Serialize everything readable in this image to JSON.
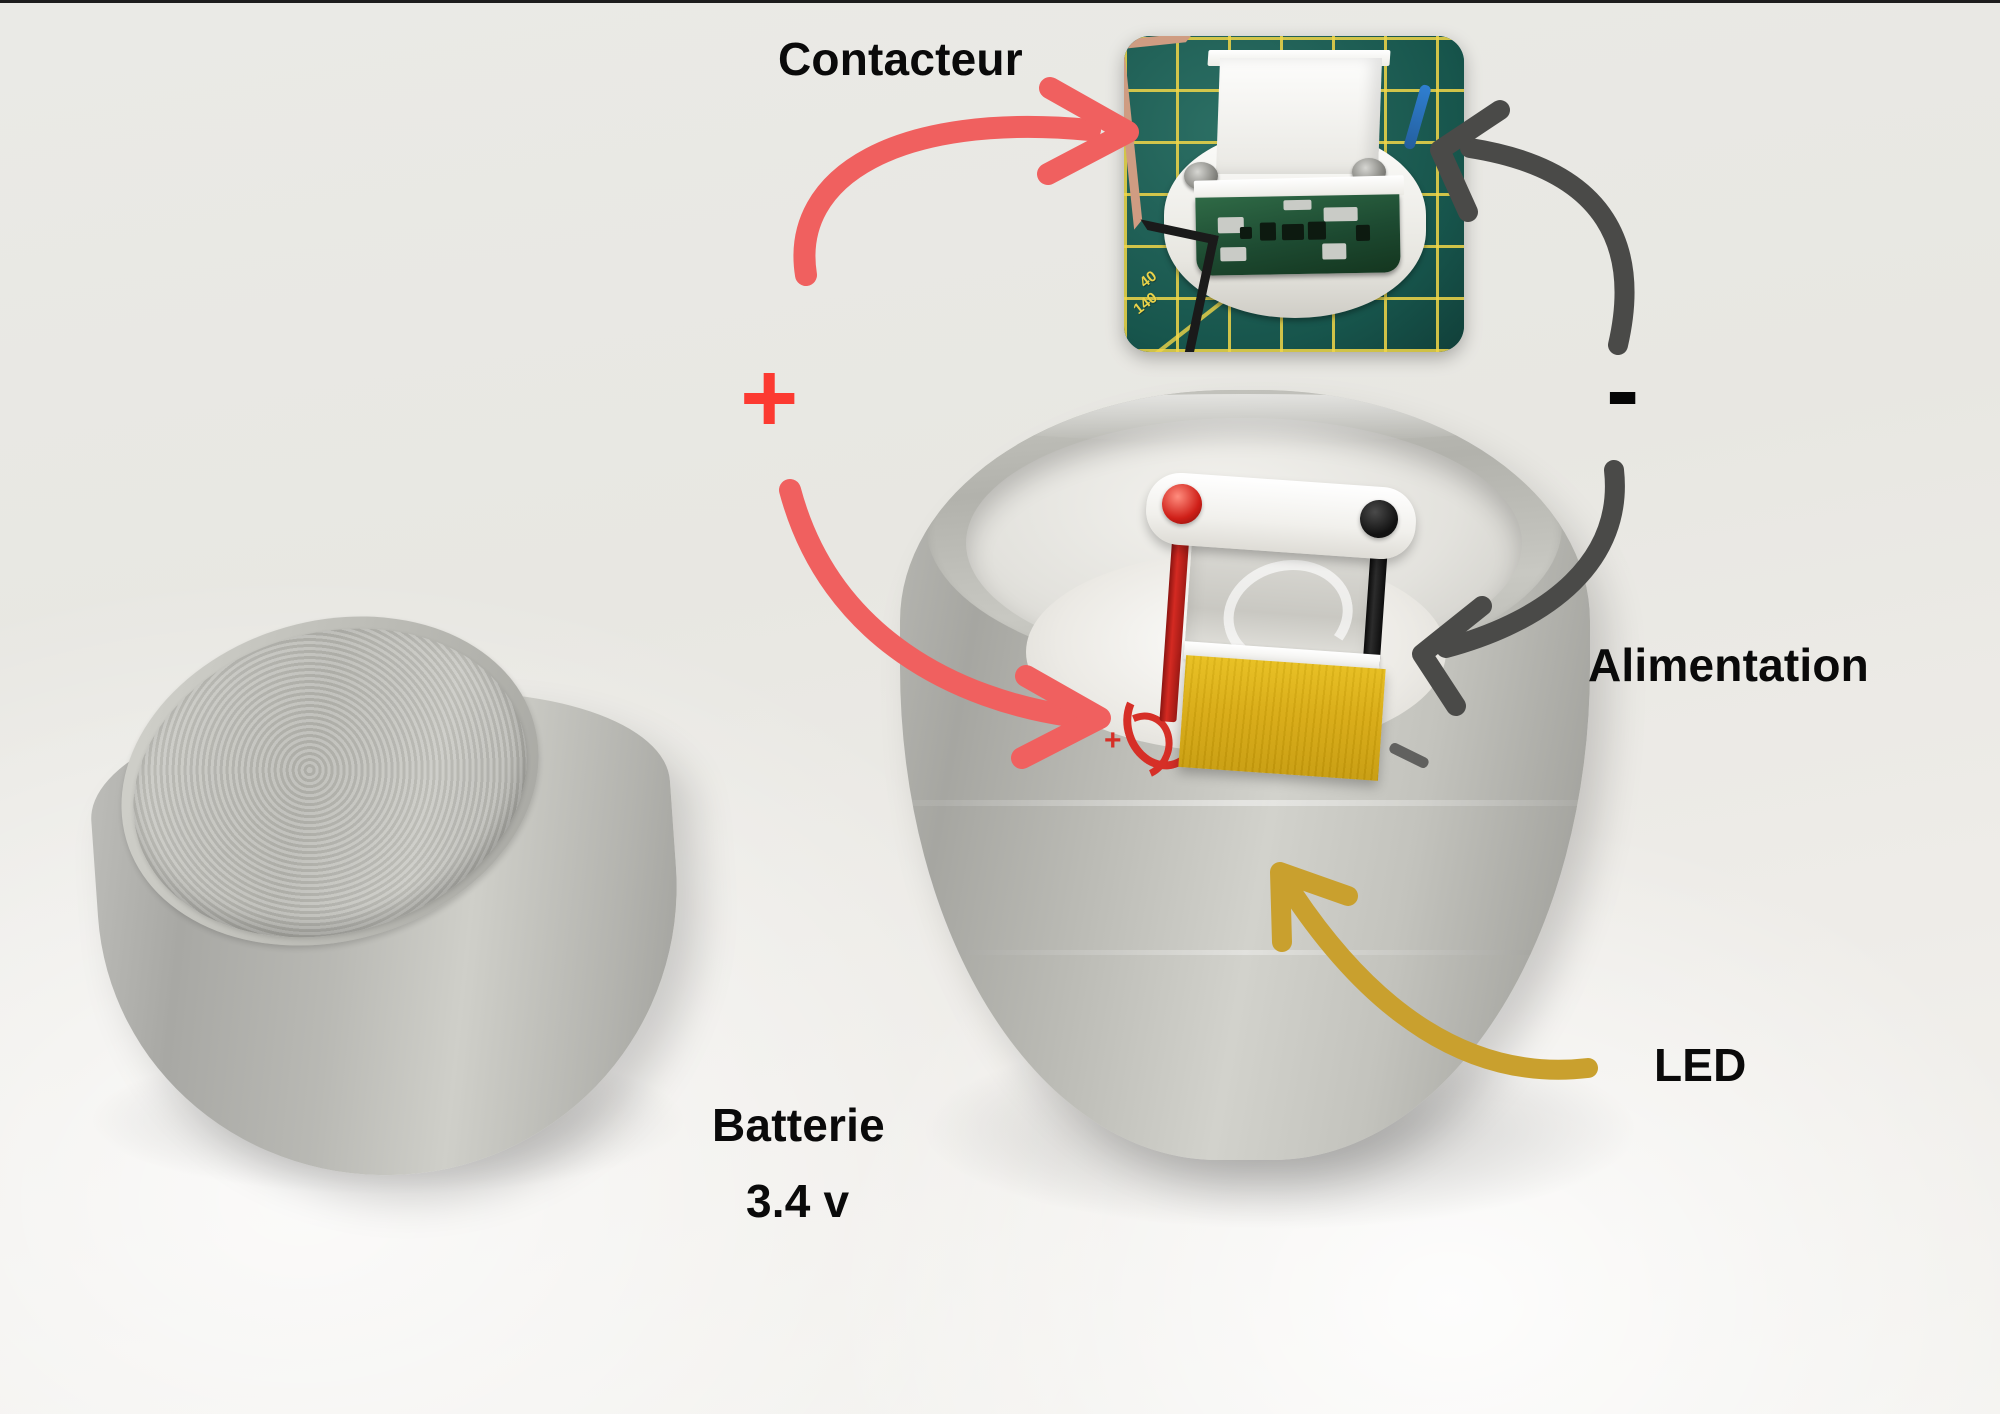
{
  "image": {
    "kind": "annotated-photo-diagram",
    "background_color": "#e9e9e5",
    "language": "fr"
  },
  "labels": {
    "contacteur": "Contacteur",
    "alimentation": "Alimentation",
    "led": "LED",
    "batterie": "Batterie",
    "voltage": "3.4 v",
    "plus_sign": "+",
    "minus_sign": "-"
  },
  "colors": {
    "positive_arrow": "#F0605F",
    "negative_arrow": "#4A4A48",
    "led_arrow": "#C9A02E",
    "plus_sign": "#FC3A31",
    "minus_sign": "#050505",
    "label_text": "#0A0A0A",
    "led_panel": "#D9AB12",
    "cutting_mat": "#1B584E",
    "mat_grid": "#E8D24A"
  },
  "inset_photo": {
    "name": "contacteur-closeup",
    "mat_markings": [
      "40",
      "140"
    ],
    "parts": [
      "white-3d-printed-housing",
      "green-pcb",
      "ultrasonic-transducer-left",
      "ultrasonic-transducer-right",
      "pink-wire",
      "black-wire",
      "blue-wire"
    ]
  },
  "objects": {
    "left": {
      "name": "battery-cone-cover",
      "description": "grey 3D printed truncated cone"
    },
    "right": {
      "name": "lamp-bowl-assembly",
      "description": "grey 3D printed bowl containing electronics",
      "contents": [
        "white-mounting-plate",
        "red-indicator-led",
        "black-button",
        "red-terminal-post",
        "black-terminal-post",
        "yellow-led-panel",
        "red-wire"
      ]
    }
  },
  "arrows": [
    {
      "name": "positive-to-contacteur",
      "polarity": "+",
      "color": "#F0605F",
      "from": "battery",
      "to": "contacteur"
    },
    {
      "name": "positive-to-bowl",
      "polarity": "+",
      "color": "#F0605F",
      "from": "battery",
      "to": "bowl-module"
    },
    {
      "name": "negative-from-contacteur",
      "polarity": "-",
      "color": "#4A4A48",
      "from": "contacteur",
      "to": "alimentation"
    },
    {
      "name": "negative-to-bowl",
      "polarity": "-",
      "color": "#4A4A48",
      "from": "alimentation",
      "to": "bowl-module"
    },
    {
      "name": "led-pointer",
      "polarity": "",
      "color": "#C9A02E",
      "from": "led-label",
      "to": "yellow-led-panel"
    }
  ]
}
